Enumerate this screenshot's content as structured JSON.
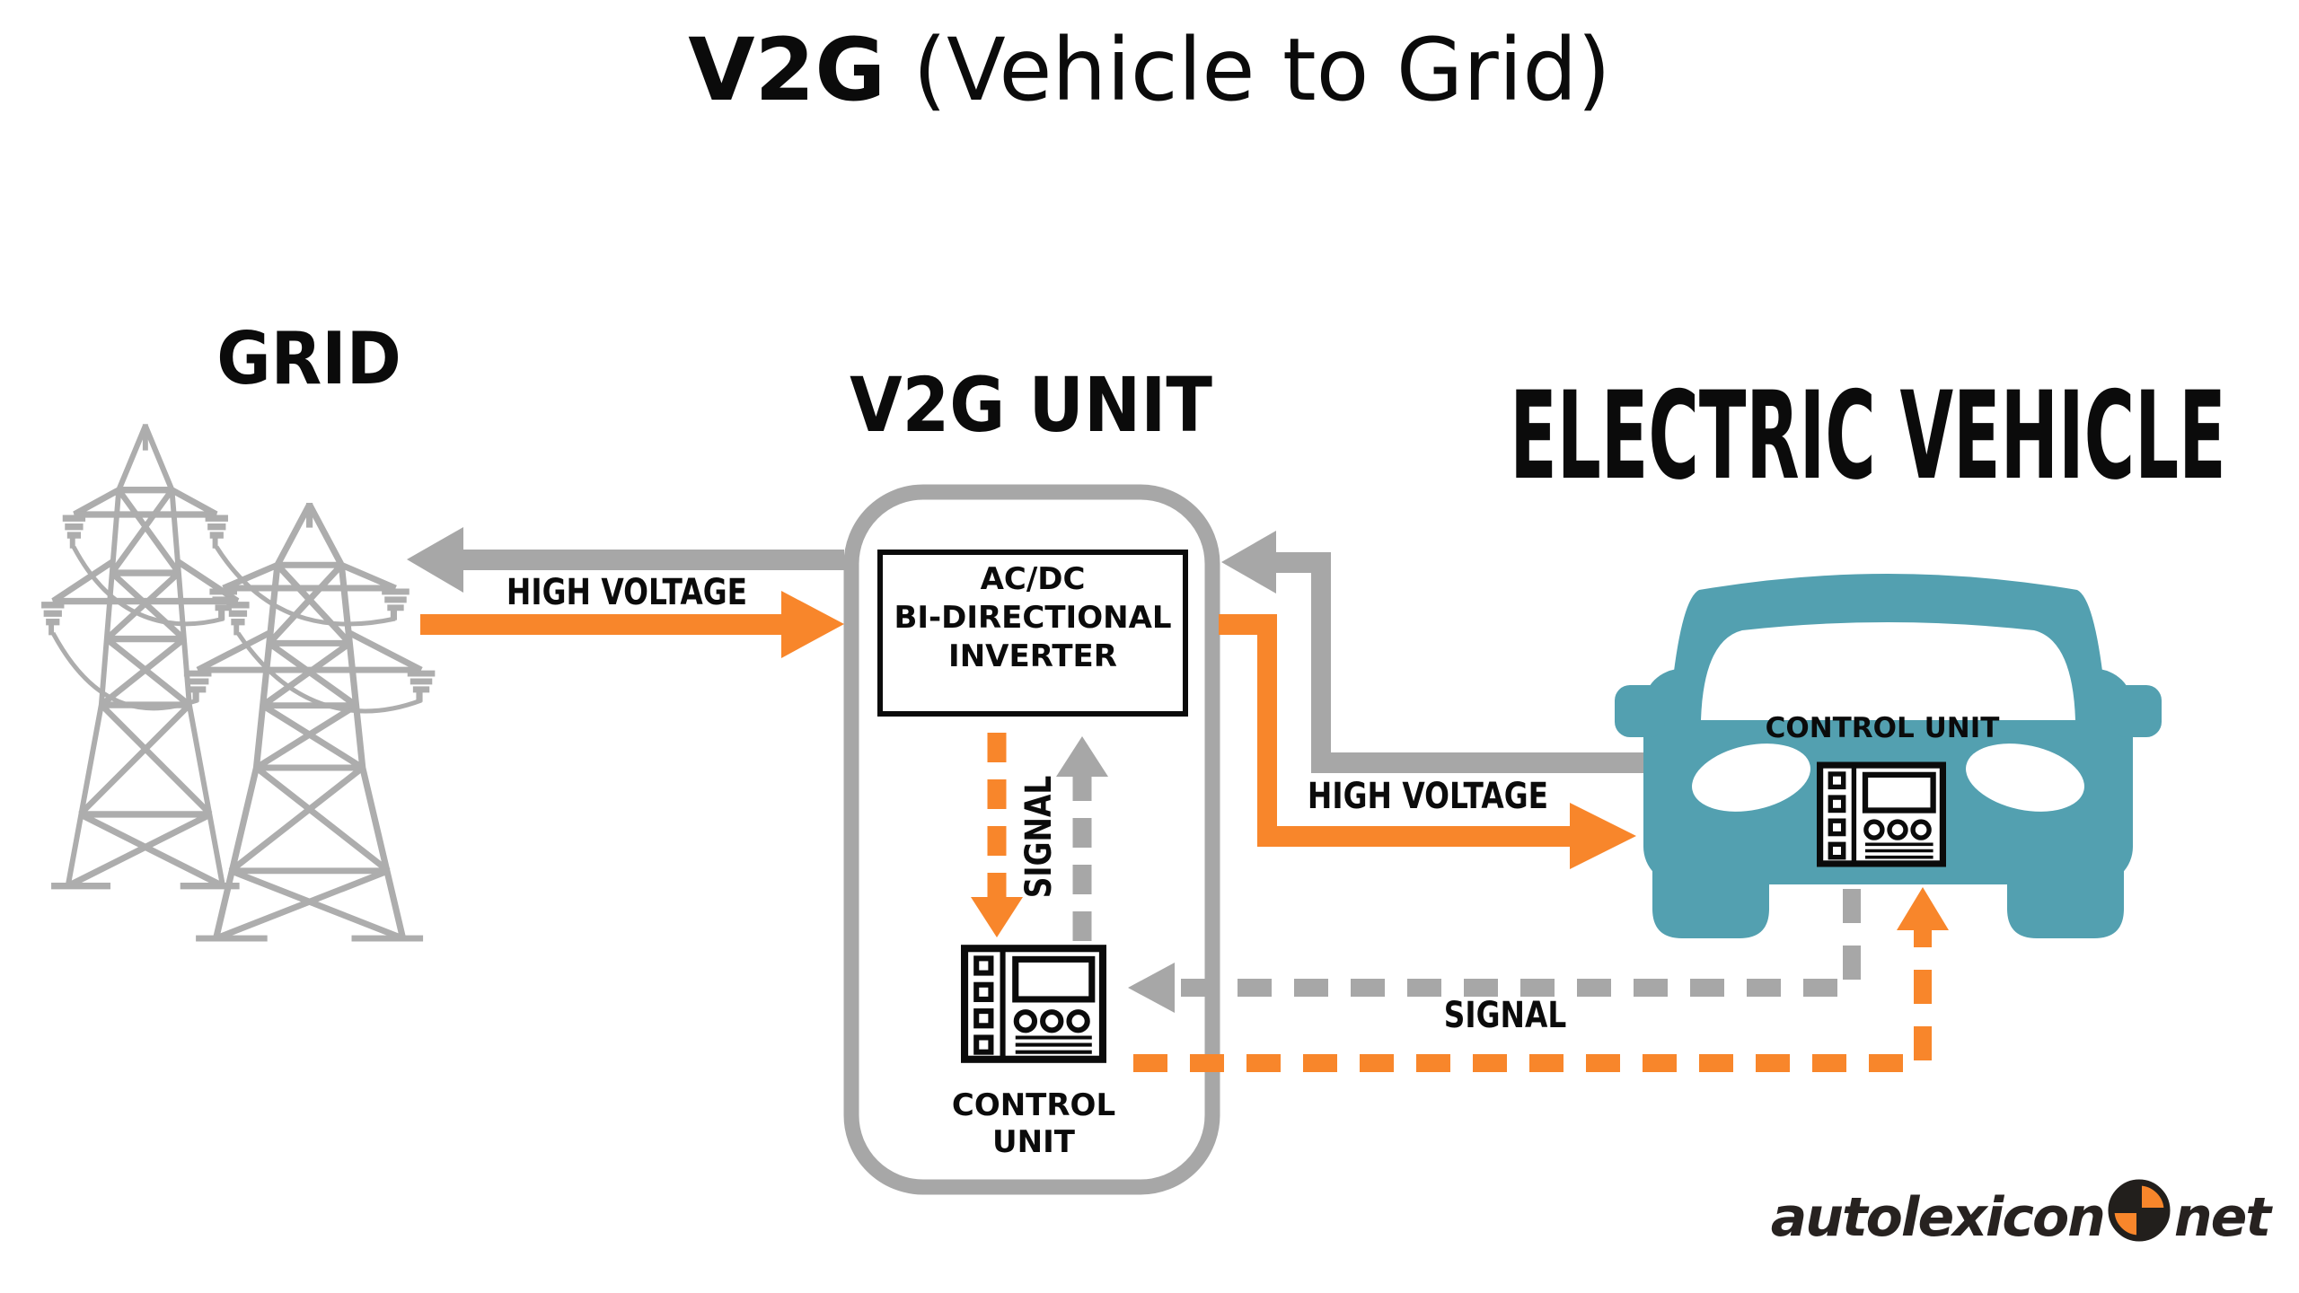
{
  "title": {
    "product": "V2G",
    "subtitle": " (Vehicle to Grid)"
  },
  "sections": {
    "grid": "GRID",
    "v2g_unit": "V2G UNIT",
    "vehicle": "ELECTRIC VEHICLE"
  },
  "v2g_unit": {
    "inverter_line1": "AC/DC",
    "inverter_line2": "BI-DIRECTIONAL",
    "inverter_line3": "INVERTER",
    "control_line1": "CONTROL",
    "control_line2": "UNIT",
    "internal_signal": "SIGNAL"
  },
  "vehicle": {
    "control_unit": "CONTROL UNIT"
  },
  "flows": {
    "grid_link": "HIGH VOLTAGE",
    "vehicle_link": "HIGH VOLTAGE",
    "signal_link": "SIGNAL"
  },
  "logo": {
    "name": "autolexicon",
    "tld": "net"
  },
  "icons": {
    "grid": "transmission-tower-icon",
    "vehicle": "car-front-icon",
    "controller": "control-unit-icon",
    "logo_mark": "crosshair-target-icon"
  },
  "colors": {
    "orange": "#F8862B",
    "gray": "#A7A7A7",
    "tower_gray": "#ADADAD",
    "teal": "#53A0B0",
    "text": "#0B0B0B",
    "logo": "#272220"
  }
}
